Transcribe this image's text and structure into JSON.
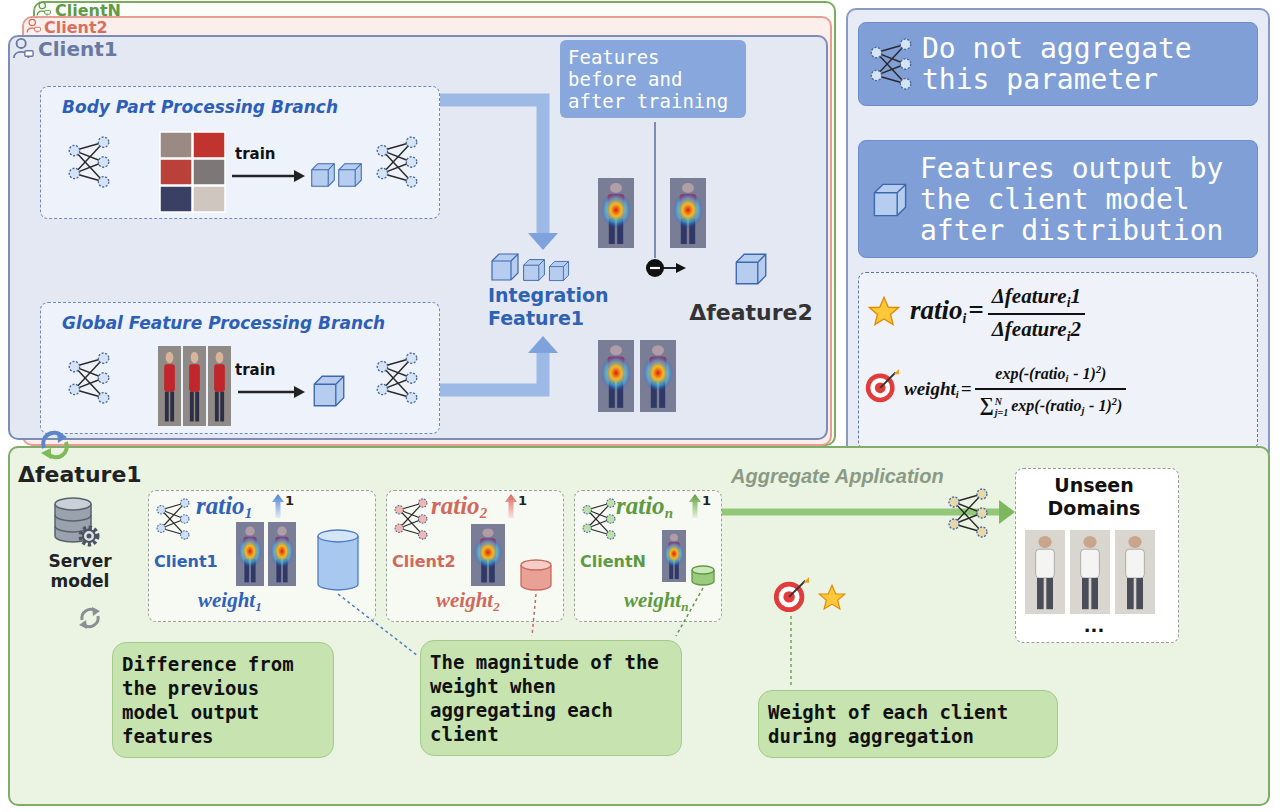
{
  "diagram": {
    "nodes": [
      {
        "text": [
          "ClientN"
        ]
      },
      {
        "text": [
          "Client2"
        ]
      },
      {
        "text": [
          "Client1"
        ]
      },
      {
        "text": [
          "Body Part Processing Branch",
          "train"
        ],
        "in": 2
      },
      {
        "text": [
          "Global Feature Processing Branch",
          "train"
        ],
        "in": 2
      },
      {
        "text": [
          "Integration Feature1"
        ],
        "in": 2
      },
      {
        "text": [
          "Δfeature2"
        ],
        "in": 2
      },
      {
        "text": [
          "Features before and after training"
        ],
        "in": 2
      },
      {
        "text": [
          "ratio",
          "i",
          "=",
          "Δfeature",
          "i",
          "1",
          "Δfeature",
          "i",
          "2",
          "weight",
          "i",
          "=",
          "exp(-(ratio",
          "i",
          "- 1)",
          "2",
          ")",
          "∑",
          "j=1",
          "N",
          "exp(-(ratio",
          "j",
          "- 1)",
          "2",
          ")"
        ]
      },
      {
        "text": [
          "Δfeature1"
        ]
      },
      {
        "text": [
          "Server model"
        ],
        "in": 9
      },
      {
        "text": [
          "ratio",
          "1",
          "1",
          "Client1",
          "weight",
          "1"
        ],
        "in": 9
      },
      {
        "text": [
          "ratio",
          "2",
          "1",
          "Client2",
          "weight",
          "2"
        ],
        "in": 9
      },
      {
        "text": [
          "ratio",
          "n",
          "1",
          "ClientN",
          "weight",
          "n"
        ],
        "in": 9
      },
      {
        "text": [
          "Unseen Domains",
          "..."
        ],
        "in": 9
      },
      {
        "text": [
          "Difference from the previous model output features"
        ],
        "in": 9
      },
      {
        "text": [
          "The magnitude of the weight when aggregating each client"
        ],
        "in": 9
      },
      {
        "text": [
          "Weight of each client during aggregation"
        ],
        "in": 9
      }
    ],
    "edges": [
      {
        "from": 3,
        "to": 5,
        "arrow": "to"
      },
      {
        "from": 4,
        "to": 5,
        "arrow": "to"
      },
      {
        "from": 5,
        "to": 6,
        "arrow": "to"
      },
      {
        "from": 13,
        "to": 14,
        "arrow": "to",
        "label": "Aggregate Application"
      }
    ],
    "legend": [
      {
        "text": "Do not aggregate this parameter"
      },
      {
        "text": "Features output by the client model after distribution"
      }
    ]
  }
}
